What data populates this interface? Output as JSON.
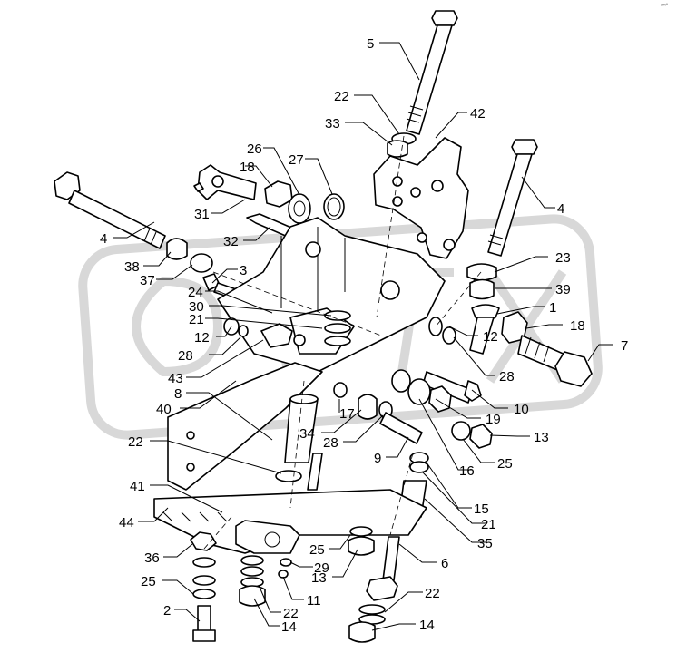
{
  "corner_mark": "ᵒᵐ°",
  "callouts": [
    {
      "id": "c5a",
      "text": "5"
    },
    {
      "id": "c22a",
      "text": "22"
    },
    {
      "id": "c42",
      "text": "42"
    },
    {
      "id": "c33",
      "text": "33"
    },
    {
      "id": "c26",
      "text": "26"
    },
    {
      "id": "c27",
      "text": "27"
    },
    {
      "id": "c18a",
      "text": "18"
    },
    {
      "id": "c31",
      "text": "31"
    },
    {
      "id": "c4a",
      "text": "4"
    },
    {
      "id": "c4b",
      "text": "4"
    },
    {
      "id": "c32",
      "text": "32"
    },
    {
      "id": "c38",
      "text": "38"
    },
    {
      "id": "c37",
      "text": "37"
    },
    {
      "id": "c3",
      "text": "3"
    },
    {
      "id": "c23",
      "text": "23"
    },
    {
      "id": "c39",
      "text": "39"
    },
    {
      "id": "c24",
      "text": "24"
    },
    {
      "id": "c30",
      "text": "30"
    },
    {
      "id": "c1",
      "text": "1"
    },
    {
      "id": "c21a",
      "text": "21"
    },
    {
      "id": "c18b",
      "text": "18"
    },
    {
      "id": "c12a",
      "text": "12"
    },
    {
      "id": "c7",
      "text": "7"
    },
    {
      "id": "c12b",
      "text": "12"
    },
    {
      "id": "c28a",
      "text": "28"
    },
    {
      "id": "c28b",
      "text": "28"
    },
    {
      "id": "c43",
      "text": "43"
    },
    {
      "id": "c8",
      "text": "8"
    },
    {
      "id": "c10",
      "text": "10"
    },
    {
      "id": "c17",
      "text": "17"
    },
    {
      "id": "c40",
      "text": "40"
    },
    {
      "id": "c19",
      "text": "19"
    },
    {
      "id": "c34",
      "text": "34"
    },
    {
      "id": "c13a",
      "text": "13"
    },
    {
      "id": "c28c",
      "text": "28"
    },
    {
      "id": "c22b",
      "text": "22"
    },
    {
      "id": "c9",
      "text": "9"
    },
    {
      "id": "c16",
      "text": "16"
    },
    {
      "id": "c25a",
      "text": "25"
    },
    {
      "id": "c41",
      "text": "41"
    },
    {
      "id": "c15",
      "text": "15"
    },
    {
      "id": "c44",
      "text": "44"
    },
    {
      "id": "c21b",
      "text": "21"
    },
    {
      "id": "c35",
      "text": "35"
    },
    {
      "id": "c25b",
      "text": "25"
    },
    {
      "id": "c36",
      "text": "36"
    },
    {
      "id": "c6",
      "text": "6"
    },
    {
      "id": "c29",
      "text": "29"
    },
    {
      "id": "c13b",
      "text": "13"
    },
    {
      "id": "c25c",
      "text": "25"
    },
    {
      "id": "c11",
      "text": "11"
    },
    {
      "id": "c22c",
      "text": "22"
    },
    {
      "id": "c22d",
      "text": "22"
    },
    {
      "id": "c2",
      "text": "2"
    },
    {
      "id": "c14a",
      "text": "14"
    },
    {
      "id": "c14b",
      "text": "14"
    }
  ]
}
